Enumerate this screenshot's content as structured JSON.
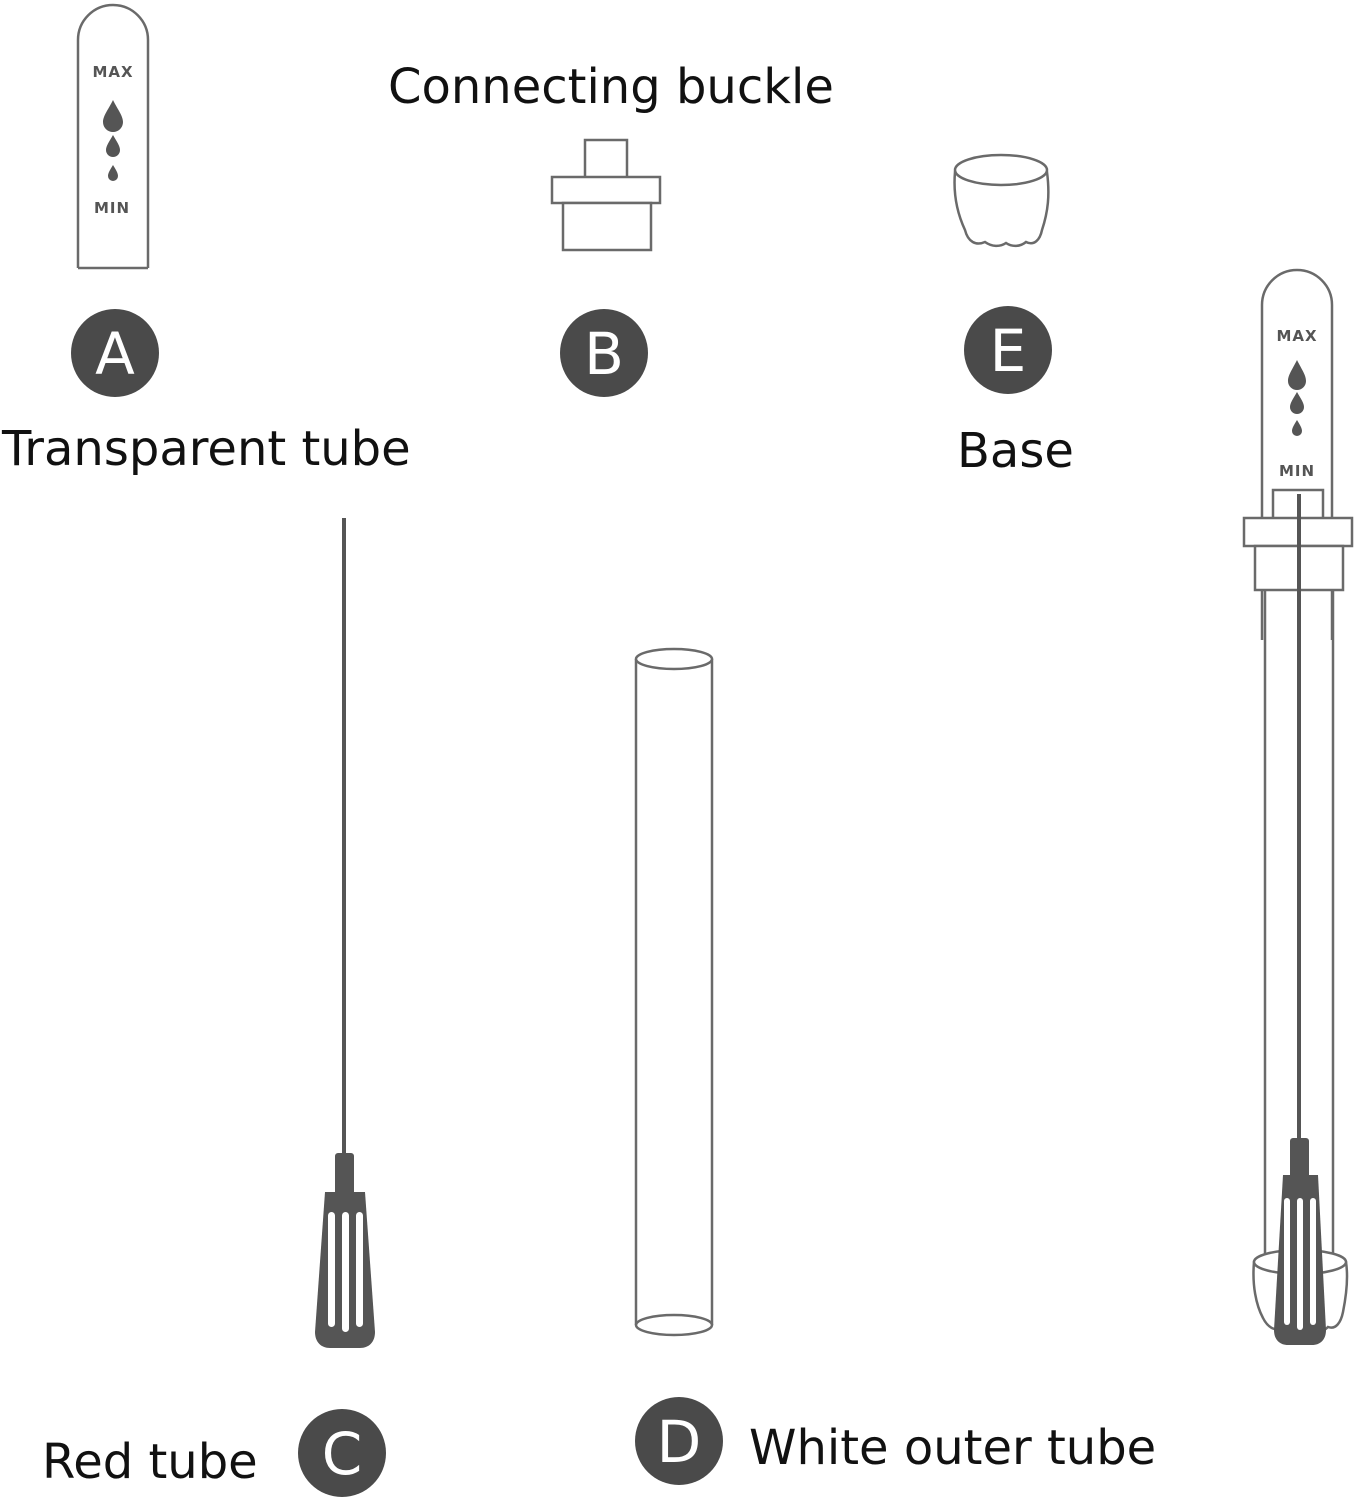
{
  "labels": {
    "connecting_buckle": "Connecting buckle",
    "transparent_tube": "Transparent tube",
    "base": "Base",
    "red_tube": "Red tube",
    "white_outer_tube": "White outer tube"
  },
  "badges": {
    "a": "A",
    "b": "B",
    "c": "C",
    "d": "D",
    "e": "E"
  },
  "markings": {
    "max": "MAX",
    "min": "MIN"
  },
  "colors": {
    "outline": "#6a6a6a",
    "dark_part": "#555555",
    "badge": "#4a4a4a",
    "text": "#111111"
  }
}
